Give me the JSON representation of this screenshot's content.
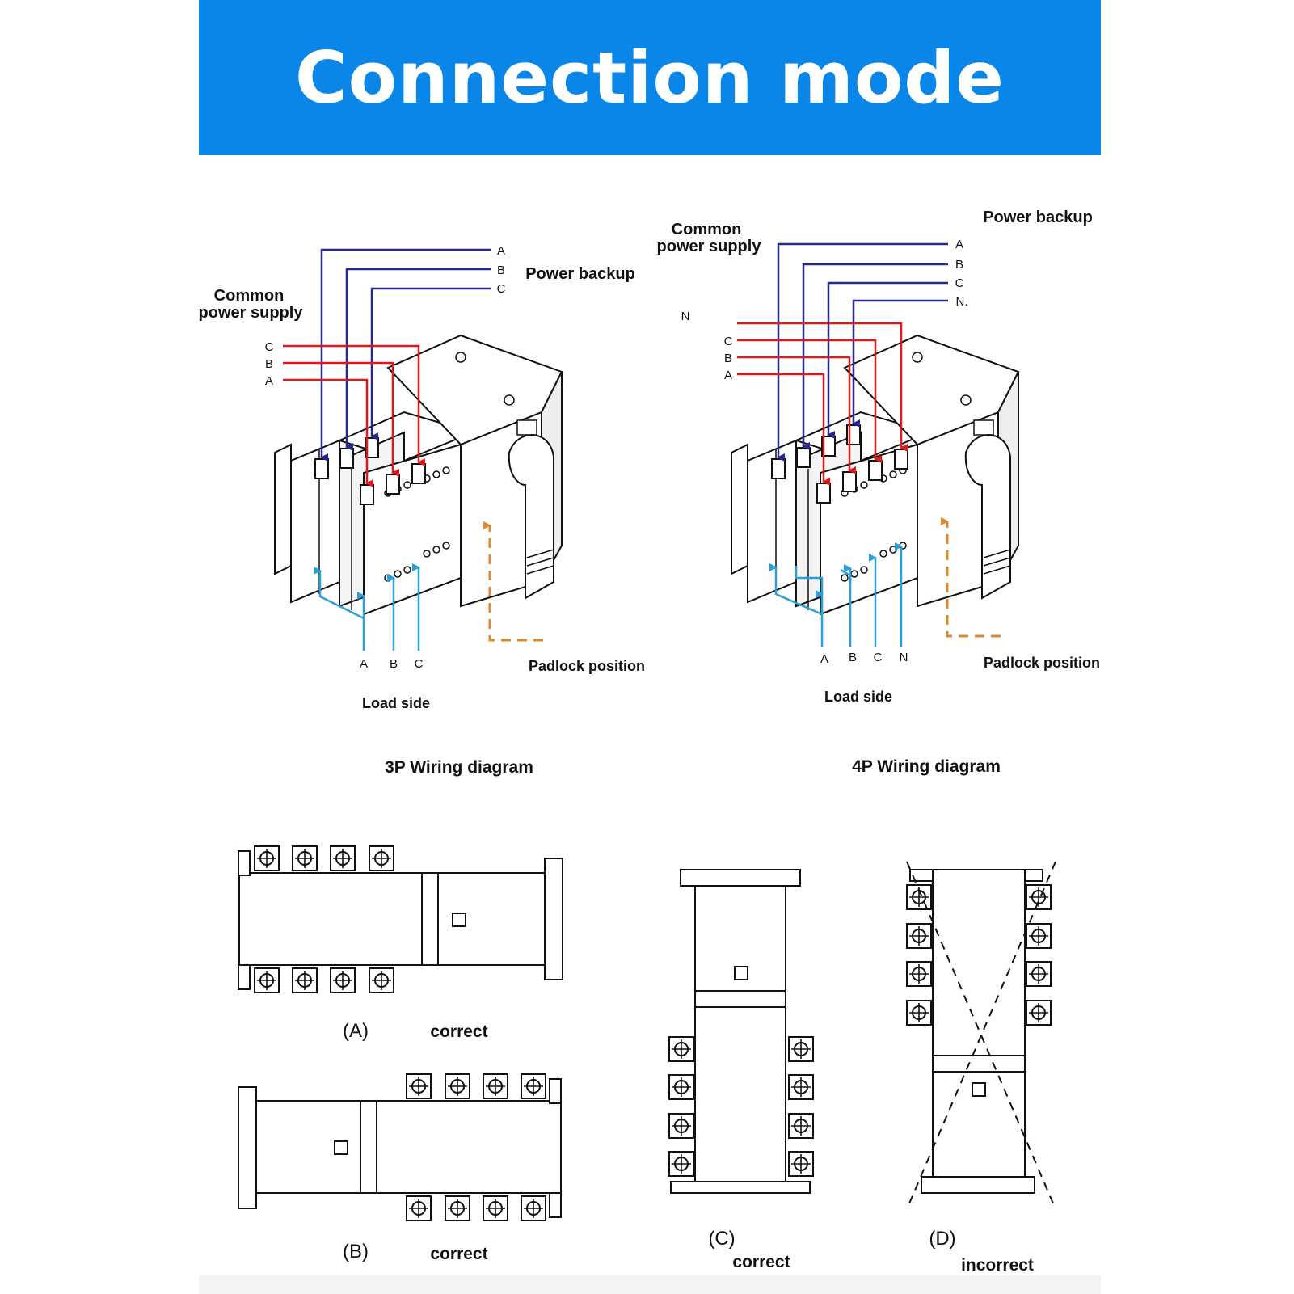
{
  "title": "Connection mode",
  "colors": {
    "banner": "#0a86e8",
    "common_line": "#28288c",
    "backup_line": "#e01818",
    "load_line": "#2a9fd8",
    "padlock_line": "#e08a2c"
  },
  "diagram_3p": {
    "caption": "3P   Wiring diagram",
    "common_label": [
      "Common",
      "power supply"
    ],
    "backup_label": "Power backup",
    "common_phases": [
      "A",
      "B",
      "C"
    ],
    "backup_phases": [
      "C",
      "B",
      "A"
    ],
    "load_phases": [
      "A",
      "B",
      "C"
    ],
    "load_label": "Load side",
    "padlock_label": "Padlock position"
  },
  "diagram_4p": {
    "caption": "4P   Wiring diagram",
    "common_label": [
      "Common",
      "power supply"
    ],
    "backup_label": "Power backup",
    "common_phases": [
      "A",
      "B",
      "C",
      "N."
    ],
    "backup_phases": [
      "N",
      "C",
      "B",
      "A"
    ],
    "load_phases": [
      "A",
      "B",
      "C",
      "N"
    ],
    "load_label": "Load side",
    "padlock_label": "Padlock position"
  },
  "mounting": [
    {
      "label": "(A)",
      "verdict": "correct"
    },
    {
      "label": "(B)",
      "verdict": "correct"
    },
    {
      "label": "(C)",
      "verdict": "correct"
    },
    {
      "label": "(D)",
      "verdict": "incorrect"
    }
  ]
}
